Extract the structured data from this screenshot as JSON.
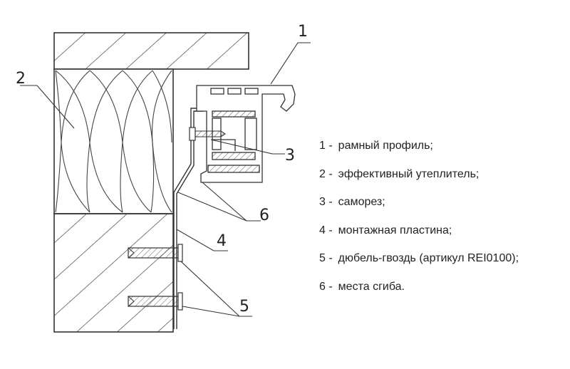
{
  "callouts": {
    "c1": "1",
    "c2": "2",
    "c3": "3",
    "c4": "4",
    "c5": "5",
    "c6": "6"
  },
  "legend": [
    {
      "num": "1 -",
      "text": "рамный профиль;"
    },
    {
      "num": "2 -",
      "text": "эффективный утеплитель;"
    },
    {
      "num": "3 -",
      "text": "саморез;"
    },
    {
      "num": "4 -",
      "text": "монтажная пластина;"
    },
    {
      "num": "5 -",
      "text": "дюбель-гвоздь (артикул REI0100);"
    },
    {
      "num": "6 -",
      "text": "места сгиба."
    }
  ],
  "colors": {
    "line": "#333333",
    "text": "#222222",
    "background": "#ffffff"
  }
}
